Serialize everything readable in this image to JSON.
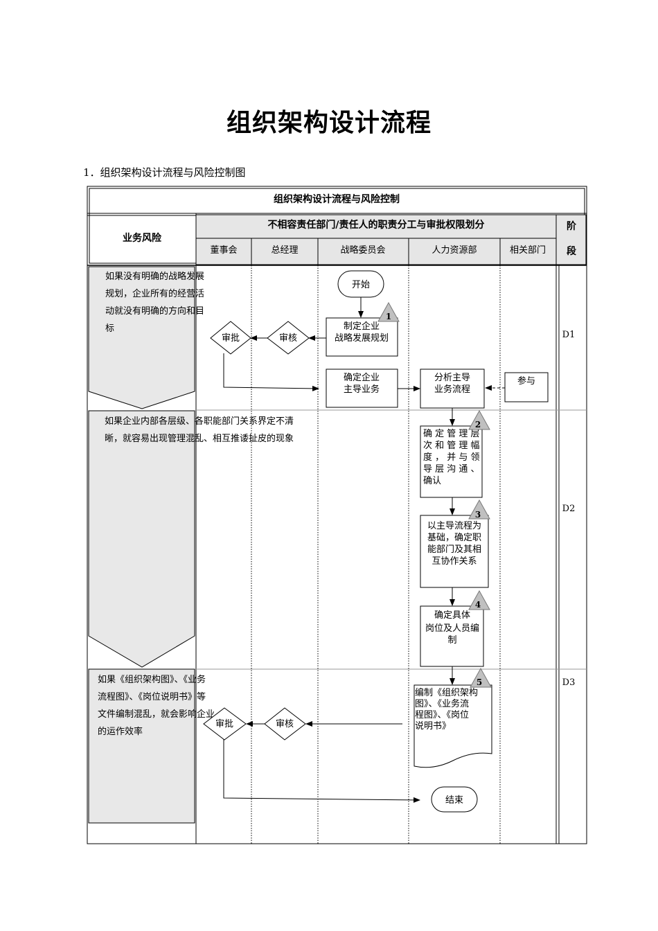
{
  "document": {
    "title": "组织架构设计流程",
    "section_heading": "1．组织架构设计流程与风险控制图"
  },
  "table": {
    "title": "组织架构设计流程与风险控制",
    "risk_header": "业务风险",
    "responsibility_header": "不相容责任部门/责任人的职责分工与审批权限划分",
    "stage_header_line1": "阶",
    "stage_header_line2": "段",
    "columns": [
      "董事会",
      "总经理",
      "战略委员会",
      "人力资源部",
      "相关部门"
    ],
    "stages": [
      "D1",
      "D2",
      "D3"
    ]
  },
  "risks": [
    [
      "如果没有明确的战略发展",
      "规划，企业所有的经营活",
      "动就没有明确的方向和目",
      "标"
    ],
    [
      "如果企业内部各层级、各职能部门关系界定不清",
      "晰，就容易出现管理混乱、相互推诿扯皮的现象"
    ],
    [
      "如果《组织架构图》、《业务",
      "流程图》、《岗位说明书》等",
      "文件编制混乱，就会影响企业",
      "的运作效率"
    ]
  ],
  "nodes": {
    "start": "开始",
    "end": "结束",
    "plan": [
      "制定企业",
      "战略发展规划"
    ],
    "business": [
      "确定企业",
      "主导业务"
    ],
    "analyze": [
      "分析主导",
      "业务流程"
    ],
    "participate": "参与",
    "review1": "审核",
    "approve1": "审批",
    "levels": [
      "确 定 管 理 层",
      "次 和 管 理 幅",
      "度 ， 并 与 领",
      "导 层 沟 通 、",
      "确认"
    ],
    "functions": [
      "以主导流程为",
      "基础，确定职",
      "能部门及其相",
      "互协作关系"
    ],
    "positions": [
      "确定具体",
      "岗位及人员编",
      "制"
    ],
    "documents": [
      "编制《组织架构",
      "图》、《业务流",
      "程图》、《岗位",
      "说明书》"
    ],
    "review2": "审核",
    "approve2": "审批"
  },
  "control_points": [
    "1",
    "2",
    "3",
    "4",
    "5"
  ],
  "colors": {
    "risk_fill": "#e8e8e8",
    "header_fill": "#e6e6e6",
    "control_point_fill": "#c0c0c0",
    "line": "#000000"
  }
}
